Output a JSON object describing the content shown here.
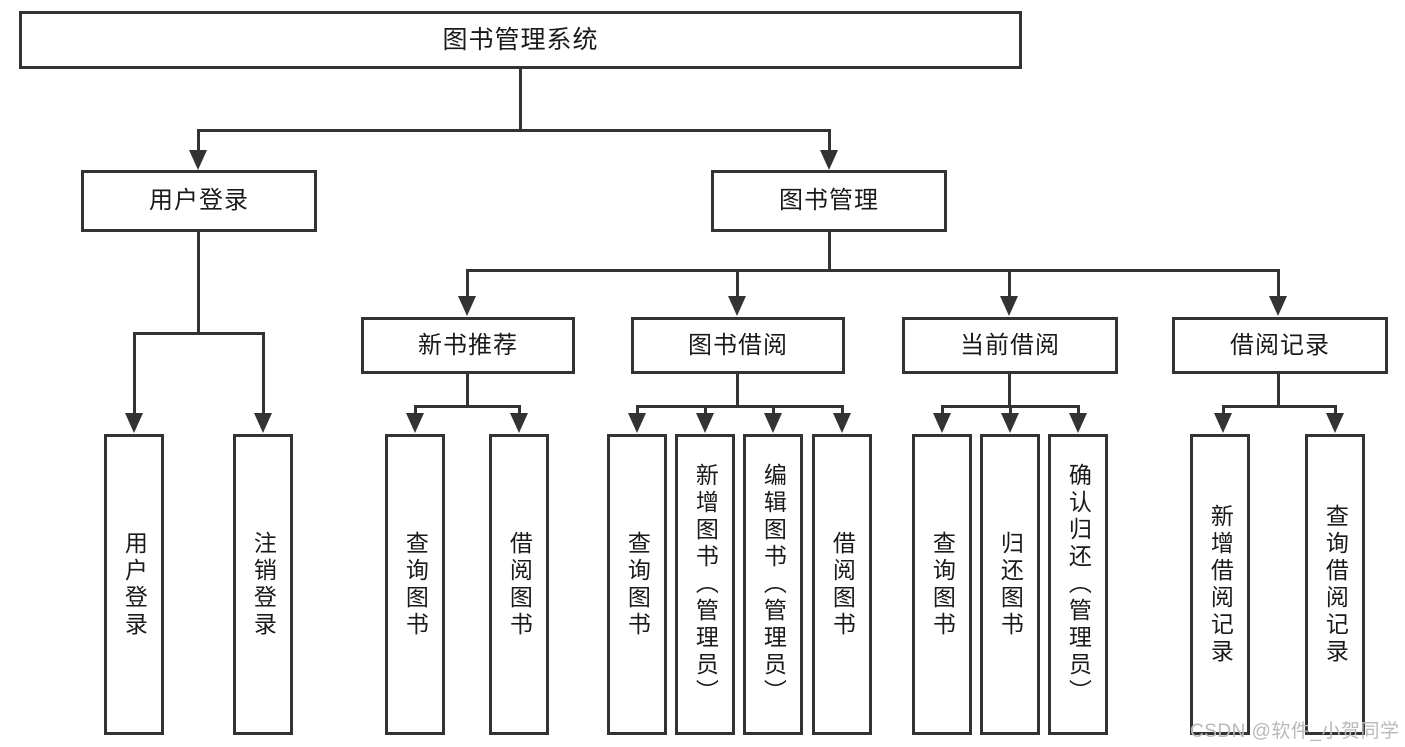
{
  "diagram": {
    "type": "tree",
    "title": "图书管理系统",
    "watermark": "CSDN @软件_小贺同学",
    "colors": {
      "box_border": "#333333",
      "box_fill": "#ffffff",
      "connector": "#333333",
      "text": "#1a1a1a",
      "watermark": "#b9b9b9",
      "background": "#ffffff"
    },
    "levels": {
      "root": "图书管理系统",
      "level2": [
        "用户登录",
        "图书管理"
      ],
      "level3": [
        "新书推荐",
        "图书借阅",
        "当前借阅",
        "借阅记录"
      ]
    },
    "nodes": {
      "root": {
        "label": "图书管理系统"
      },
      "user_login": {
        "label": "用户登录"
      },
      "book_manage": {
        "label": "图书管理"
      },
      "new_book_rec": {
        "label": "新书推荐"
      },
      "book_borrow": {
        "label": "图书借阅"
      },
      "current_borrow": {
        "label": "当前借阅"
      },
      "borrow_record": {
        "label": "借阅记录"
      }
    },
    "leaves": {
      "user_login": [
        {
          "label": "用户登录"
        },
        {
          "label": "注销登录"
        }
      ],
      "new_book_rec": [
        {
          "label": "查询图书"
        },
        {
          "label": "借阅图书"
        }
      ],
      "book_borrow": [
        {
          "label": "查询图书"
        },
        {
          "label": "新增图书（管理员）"
        },
        {
          "label": "编辑图书（管理员）"
        },
        {
          "label": "借阅图书"
        }
      ],
      "current_borrow": [
        {
          "label": "查询图书"
        },
        {
          "label": "归还图书"
        },
        {
          "label": "确认归还（管理员）"
        }
      ],
      "borrow_record": [
        {
          "label": "新增借阅记录"
        },
        {
          "label": "查询借阅记录"
        }
      ]
    }
  }
}
